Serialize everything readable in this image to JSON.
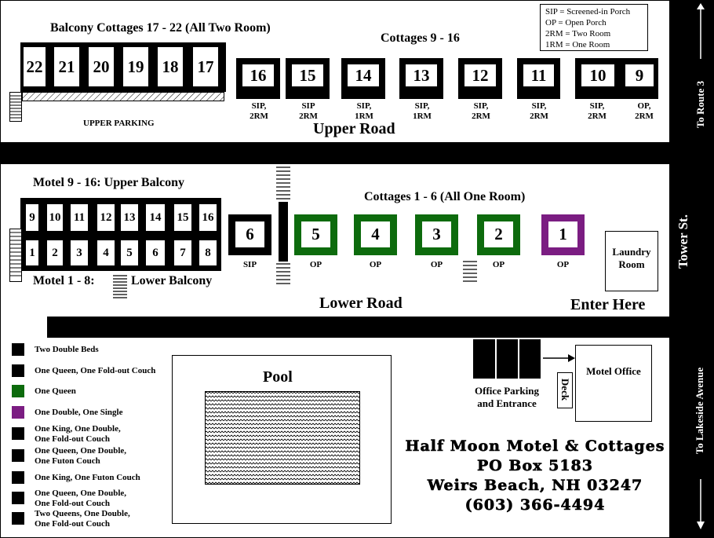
{
  "titles": {
    "balcony_cottages": "Balcony Cottages 17 - 22 (All Two Room)",
    "cottages_9_16": "Cottages 9 - 16",
    "motel_9_16": "Motel 9 - 16:  Upper Balcony",
    "motel_1_8": "Motel 1 - 8:",
    "lower_balcony": "Lower Balcony",
    "cottages_1_6": "Cottages 1 - 6 (All One Room)",
    "upper_parking": "UPPER PARKING",
    "upper_road": "Upper Road",
    "lower_road": "Lower Road",
    "enter_here": "Enter Here",
    "laundry": "Laundry Room",
    "pool": "Pool",
    "office_parking": "Office Parking and Entrance",
    "deck": "Deck",
    "motel_office": "Motel Office",
    "tower_st": "Tower St.",
    "to_route_3": "To Route 3",
    "to_lakeside": "To Lakeside Avenue"
  },
  "key": [
    "SIP = Screened-in Porch",
    "OP = Open Porch",
    "2RM = Two Room",
    "1RM = One Room"
  ],
  "balcony_units": [
    "22",
    "21",
    "20",
    "19",
    "18",
    "17"
  ],
  "upper_cottages": [
    {
      "num": "16",
      "label": "SIP,\n2RM"
    },
    {
      "num": "15",
      "label": "SIP\n2RM"
    },
    {
      "num": "14",
      "label": "SIP,\n1RM"
    },
    {
      "num": "13",
      "label": "SIP,\n1RM"
    },
    {
      "num": "12",
      "label": "SIP,\n2RM"
    },
    {
      "num": "11",
      "label": "SIP,\n2RM"
    },
    {
      "num": "10",
      "label": "SIP,\n2RM"
    },
    {
      "num": "9",
      "label": "OP,\n2RM"
    }
  ],
  "motel_upper": [
    "9",
    "10",
    "11",
    "12",
    "13",
    "14",
    "15",
    "16"
  ],
  "motel_lower": [
    "1",
    "2",
    "3",
    "4",
    "5",
    "6",
    "7",
    "8"
  ],
  "lower_cottages": [
    {
      "num": "6",
      "label": "SIP",
      "color": "black"
    },
    {
      "num": "5",
      "label": "OP",
      "color": "green"
    },
    {
      "num": "4",
      "label": "OP",
      "color": "green"
    },
    {
      "num": "3",
      "label": "OP",
      "color": "green"
    },
    {
      "num": "2",
      "label": "OP",
      "color": "green"
    },
    {
      "num": "1",
      "label": "OP",
      "color": "purple"
    }
  ],
  "legend": [
    {
      "color": "#000000",
      "text": "Two Double Beds"
    },
    {
      "color": "#000000",
      "text": "One Queen, One Fold-out Couch"
    },
    {
      "color": "#0d6b0d",
      "text": "One Queen"
    },
    {
      "color": "#7b1d82",
      "text": "One Double, One Single"
    },
    {
      "color": "#000000",
      "text": "One King, One Double,\nOne Fold-out Couch"
    },
    {
      "color": "#000000",
      "text": "One Queen, One Double,\nOne Futon Couch"
    },
    {
      "color": "#000000",
      "text": "One King, One Futon Couch"
    },
    {
      "color": "#000000",
      "text": "One Queen, One Double,\nOne Fold-out Couch"
    },
    {
      "color": "#000000",
      "text": "Two Queens, One Double,\nOne Fold-out Couch"
    }
  ],
  "contact": {
    "name": "Half Moon Motel & Cottages",
    "po": "PO Box 5183",
    "city": "Weirs Beach, NH  03247",
    "phone": "(603) 366-4494"
  }
}
